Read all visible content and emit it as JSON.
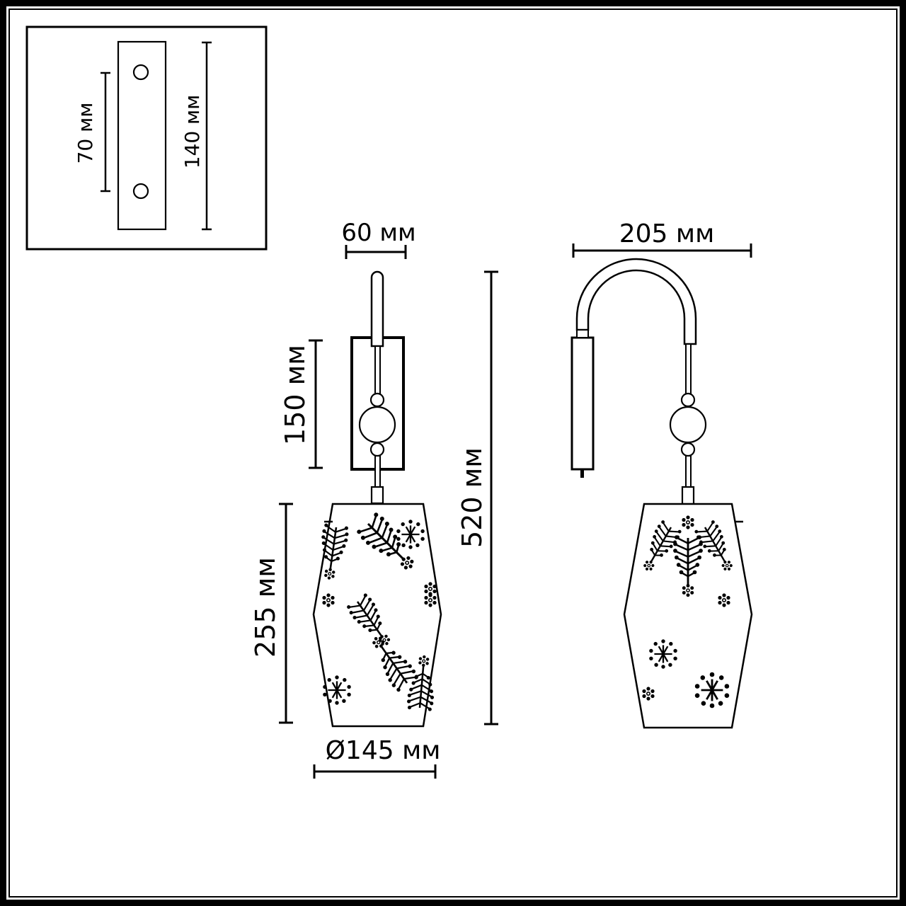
{
  "drawing": {
    "title": "Wall sconce dimension drawing",
    "colors": {
      "line": "#000000",
      "background": "#ffffff"
    },
    "unit": "мм",
    "mount_plate_inset": {
      "hole_spacing_label": "70 мм",
      "plate_height_label": "140 мм"
    },
    "front_view": {
      "width_label": "60 мм",
      "backplate_height_label": "150 мм",
      "shade_height_label": "255 мм",
      "shade_diameter_label": "Ø145 мм",
      "total_height_label": "520 мм"
    },
    "side_view": {
      "projection_label": "205 мм"
    }
  }
}
